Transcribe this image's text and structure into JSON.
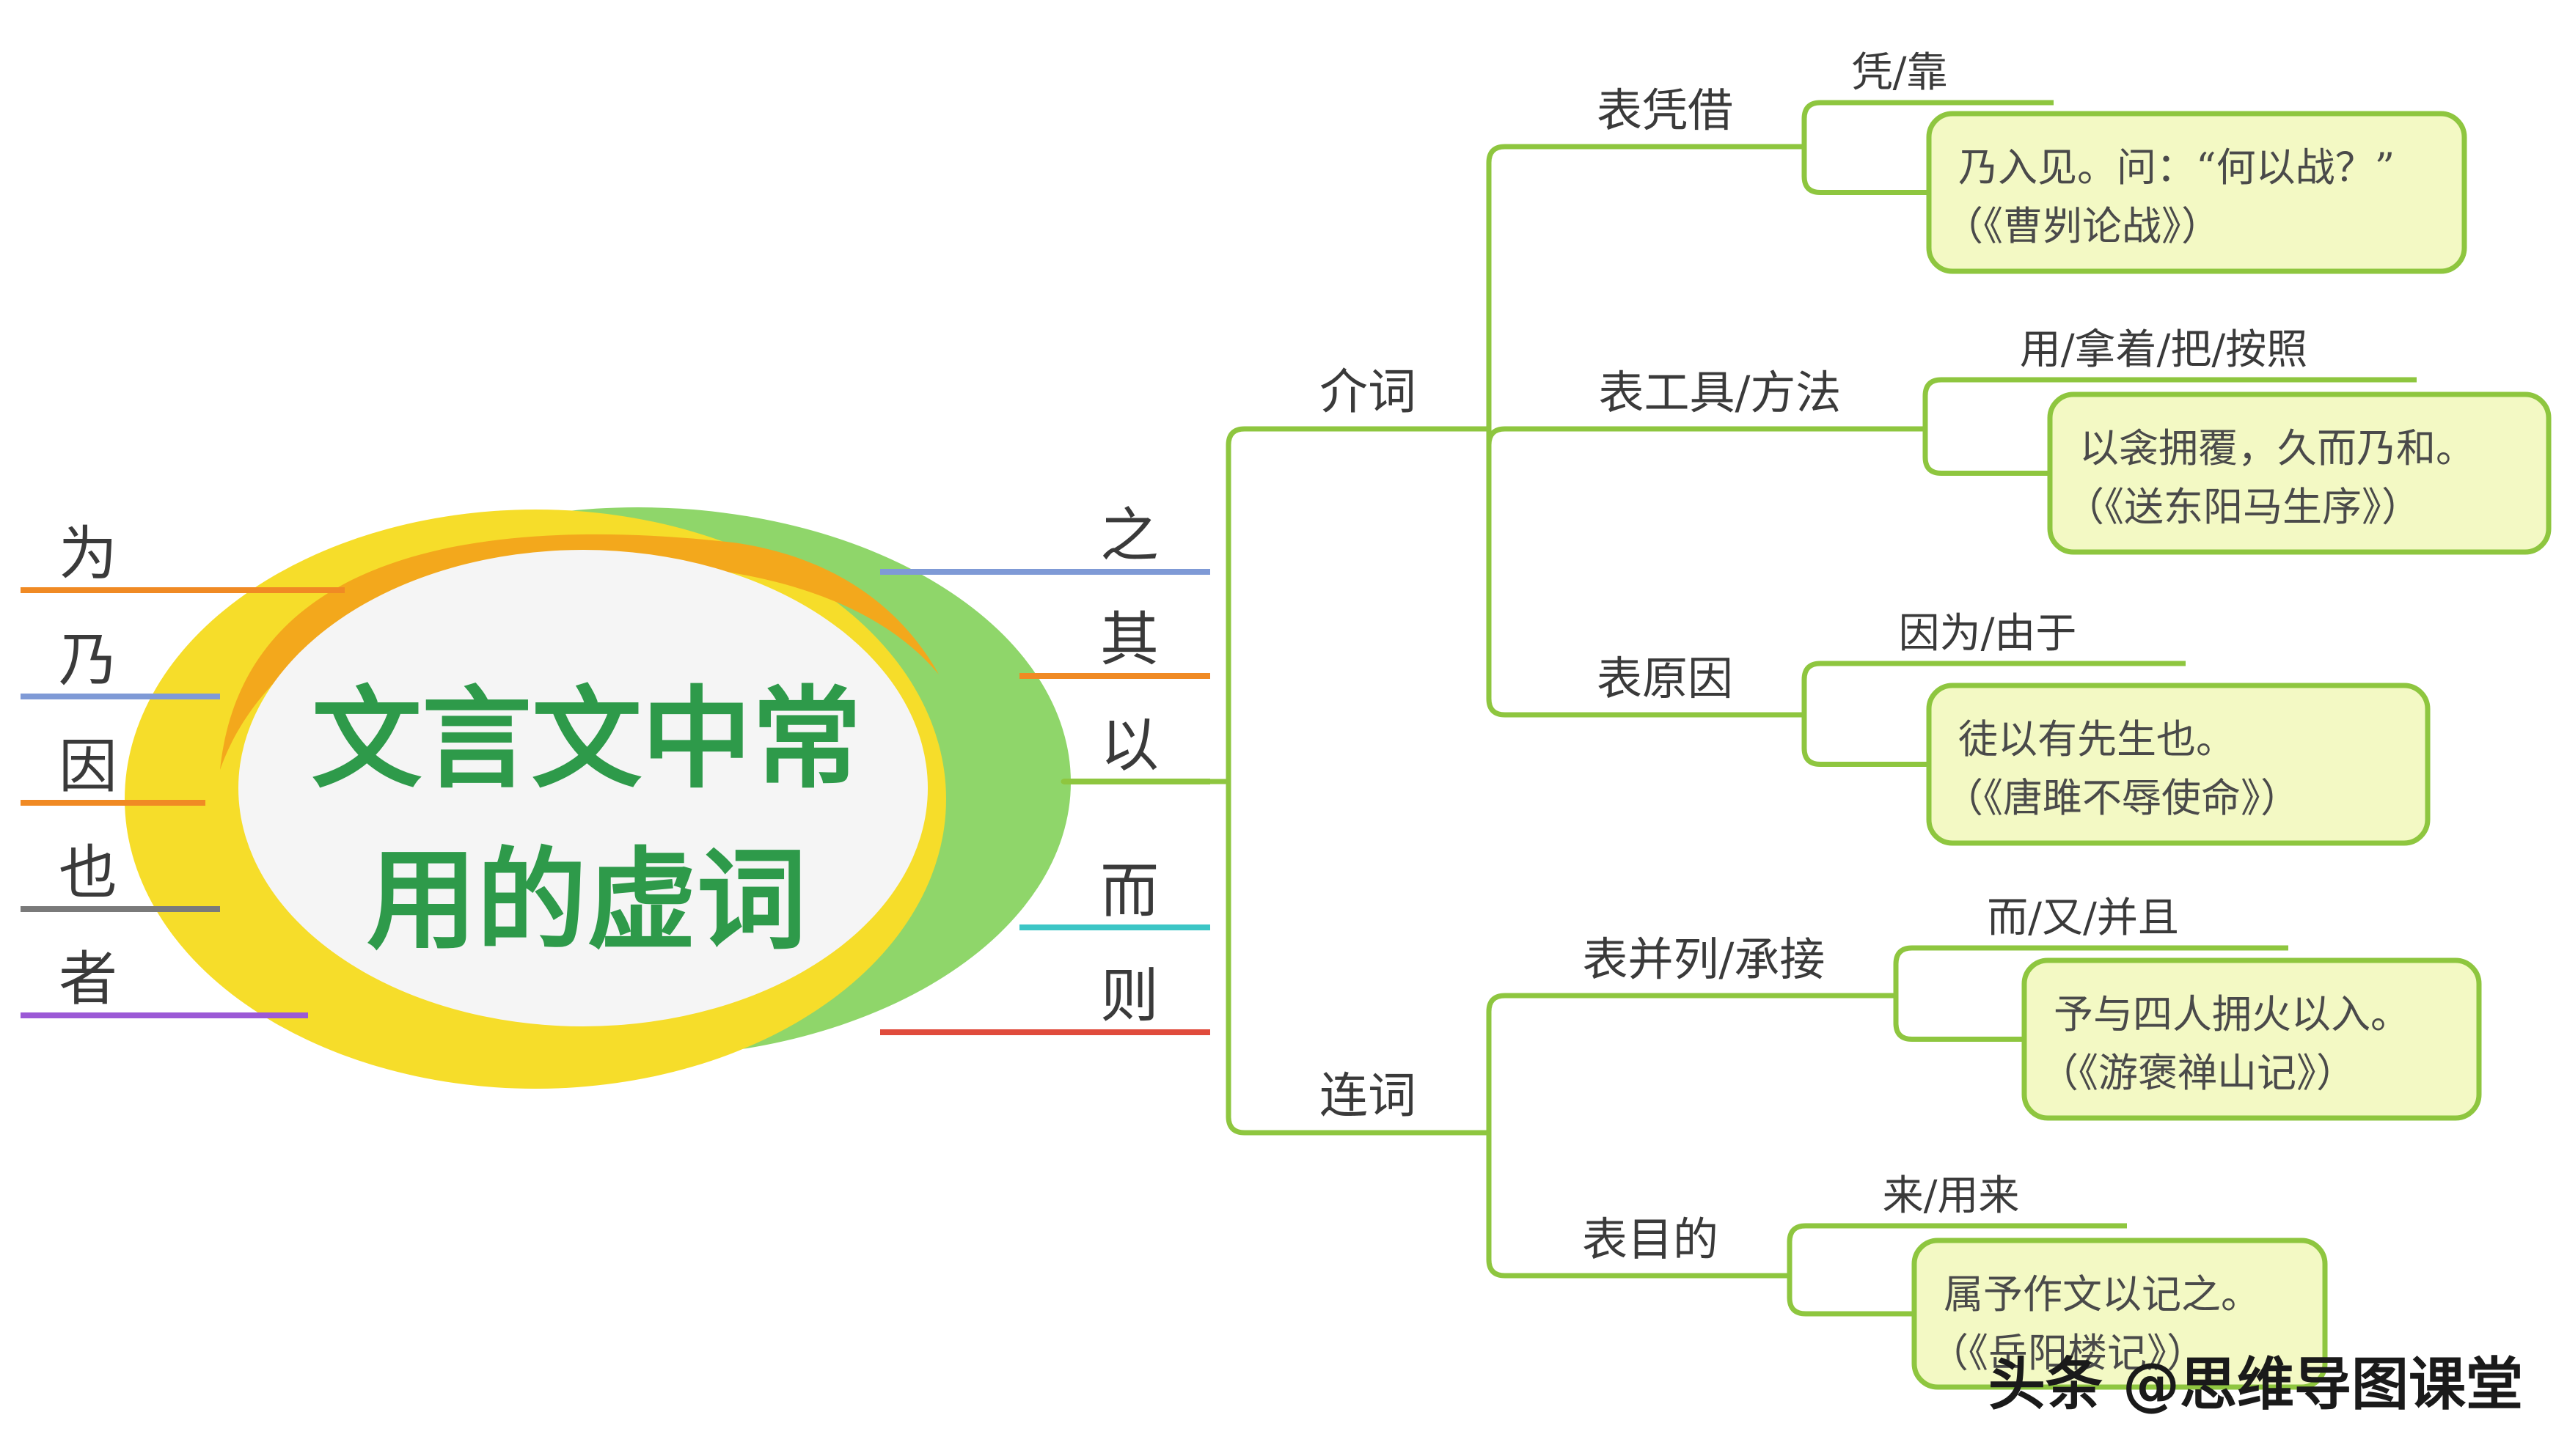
{
  "central": {
    "line1": "文言文中常",
    "line2": "用的虚词"
  },
  "left_words": [
    "为",
    "乃",
    "因",
    "也",
    "者"
  ],
  "right_words": [
    "之",
    "其",
    "以",
    "而",
    "则"
  ],
  "colors": {
    "branch": "#8ec63f",
    "box_fill": "#f3f9c4",
    "left_lines": [
      "#f08a24",
      "#7f9ad6",
      "#f08a24",
      "#7a7a7a",
      "#9b59d6"
    ],
    "right_lines": [
      "#7f9ad6",
      "#f08a24",
      "#8ec63f",
      "#3cc6c6",
      "#e04b3c"
    ]
  },
  "yi": {
    "categories": [
      {
        "label": "介词",
        "senses": [
          {
            "label": "表凭借",
            "meaning": "凭/靠",
            "example": "乃入见。问：“何以战？”",
            "source": "（《曹刿论战》）"
          },
          {
            "label": "表工具/方法",
            "meaning": "用/拿着/把/按照",
            "example": "以衾拥覆，久而乃和。",
            "source": "（《送东阳马生序》）"
          },
          {
            "label": "表原因",
            "meaning": "因为/由于",
            "example": "徒以有先生也。",
            "source": "（《唐雎不辱使命》）"
          }
        ]
      },
      {
        "label": "连词",
        "senses": [
          {
            "label": "表并列/承接",
            "meaning": "而/又/并且",
            "example": "予与四人拥火以入。",
            "source": "（《游褒禅山记》）"
          },
          {
            "label": "表目的",
            "meaning": "来/用来",
            "example": "属予作文以记之。",
            "source": "（《岳阳楼记》）"
          }
        ]
      }
    ]
  },
  "watermark": "头条 @思维导图课堂"
}
